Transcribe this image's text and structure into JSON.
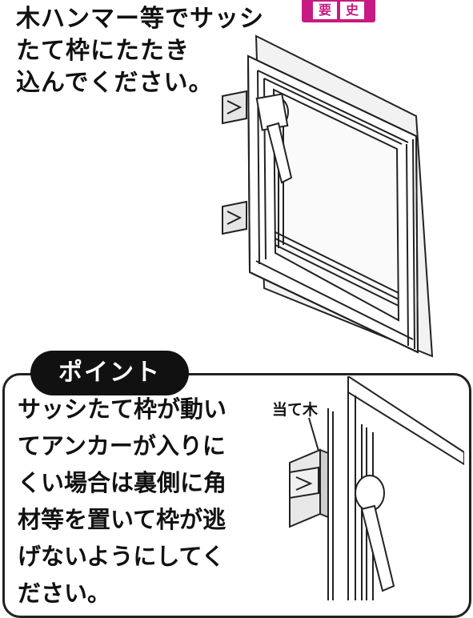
{
  "instruction": {
    "lines": [
      "木ハンマー等でサッシ",
      "たて枠にたたき",
      "込んでください。"
    ]
  },
  "badge": {
    "chars": [
      "要",
      "史"
    ],
    "color": "#c61a82"
  },
  "point": {
    "label": "ポイント",
    "lines": [
      "サッシたて枠が動い",
      "てアンカーが入りに",
      "くい場合は裏側に角",
      "材等を置いて枠が逃",
      "げないようにしてく",
      "ださい。"
    ],
    "callout": "当て木"
  }
}
